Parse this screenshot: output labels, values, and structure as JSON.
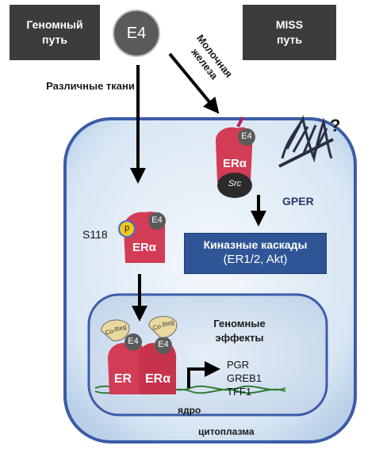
{
  "labels": {
    "genomic_pathway": "Геномный путь",
    "miss_pathway": "MISS путь",
    "e4": "E4",
    "various_tissues": "Различные ткани",
    "mammary_gland": "Молочная железа",
    "s118": "S118",
    "phospho": "p",
    "era": "ERα",
    "er": "ER",
    "src": "Src",
    "gper": "GPER",
    "question": "?",
    "coreg": "Co-Reg",
    "kinase_title": "Киназные каскады",
    "kinase_sub": "(ER1/2, Akt)",
    "genomic_effects": "Геномные эффекты",
    "genes": [
      "PGR",
      "GREB1",
      "TFF1"
    ],
    "nucleus": "ядро",
    "cytoplasm": "цитоплазма"
  },
  "colors": {
    "dark_box": "#3c3c3c",
    "cell_fill": "#cfe0f1",
    "cell_border": "#3b5ca8",
    "receptor": "#d23c55",
    "e4_circle": "#5a5a5a",
    "kinase_box": "#2f5597",
    "phospho": "#f0c419",
    "coreg": "#e8d9a0"
  }
}
